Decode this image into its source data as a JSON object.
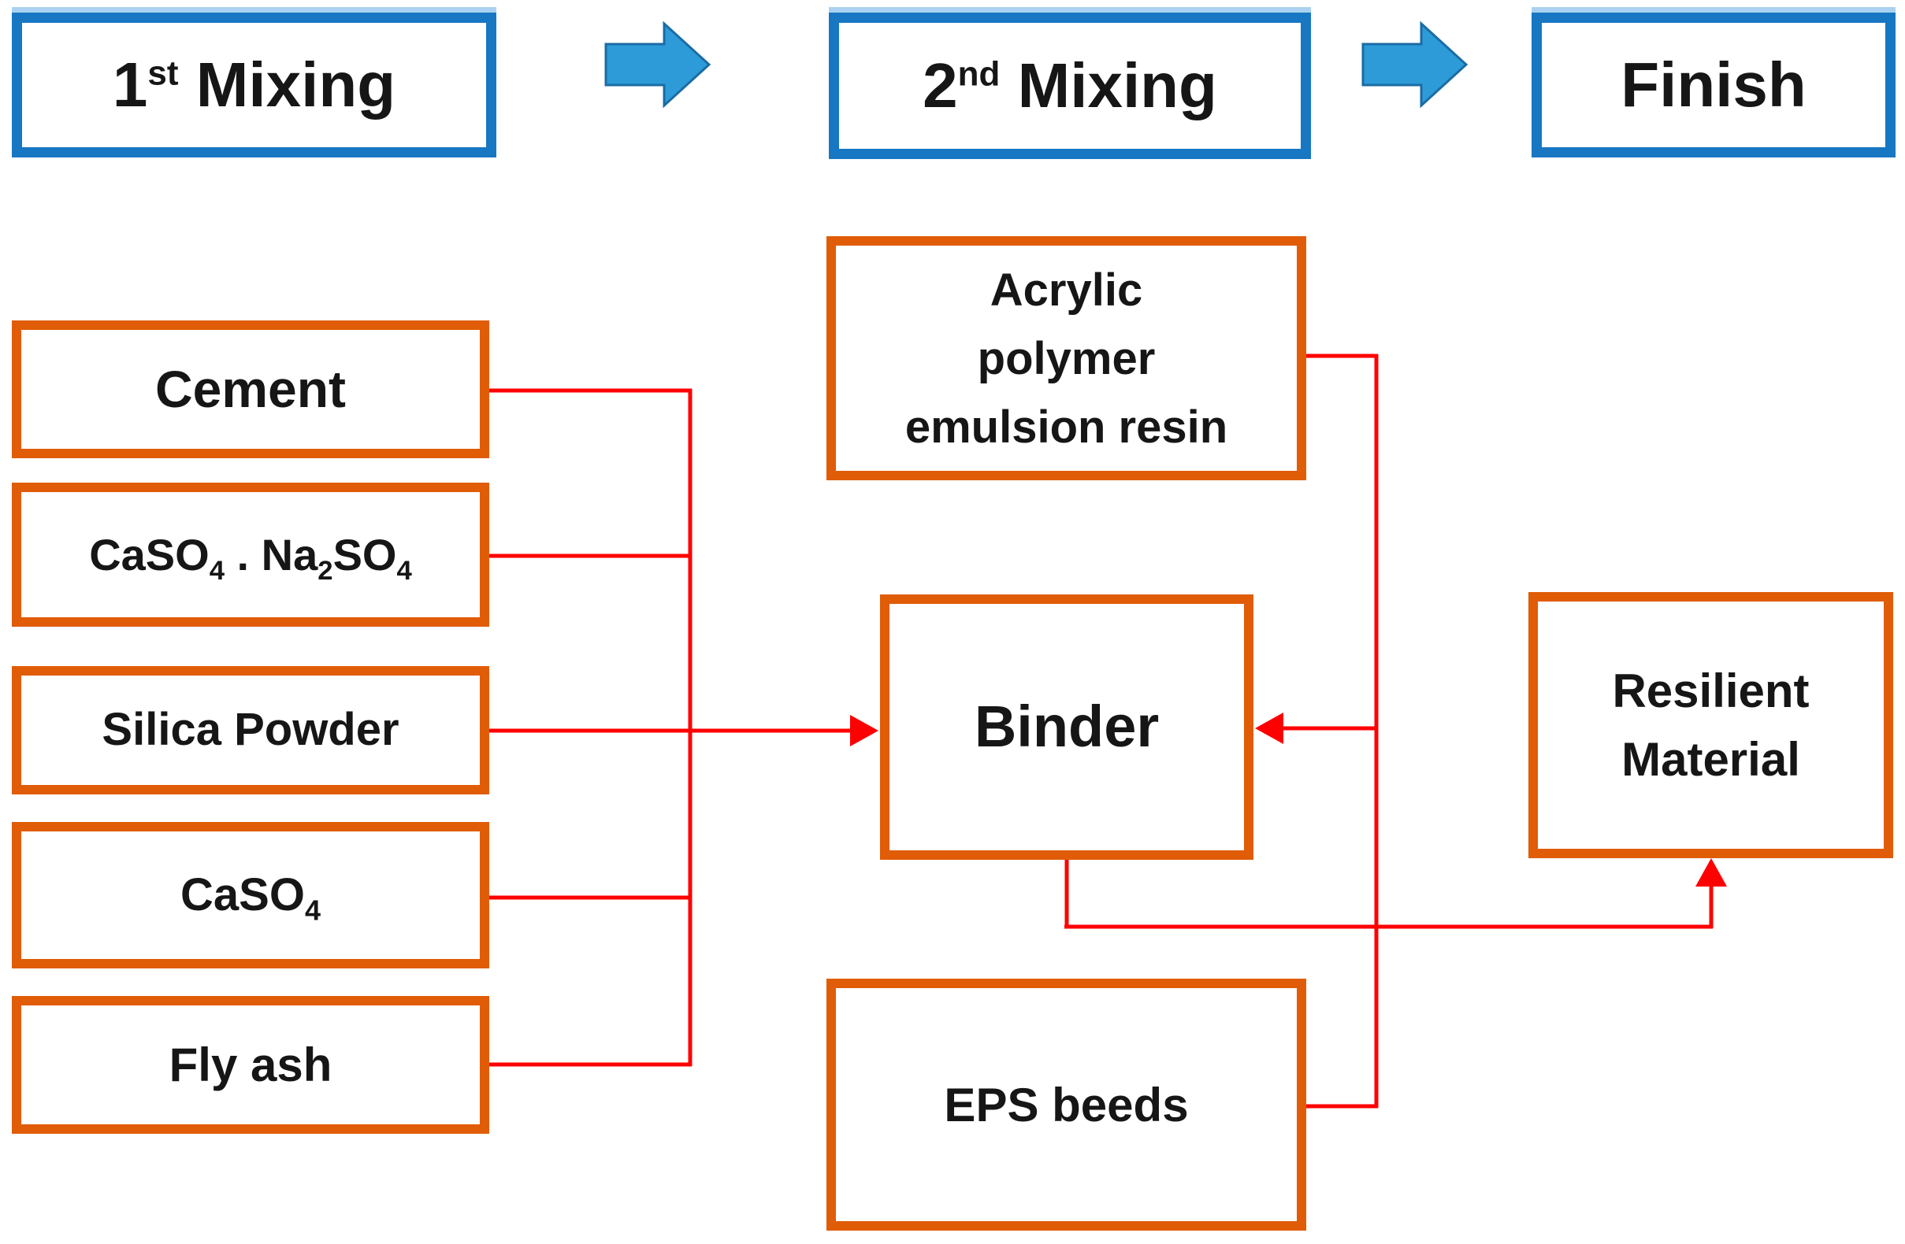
{
  "colors": {
    "blue-border": "#1777C3",
    "blue-highlight": "#A9D2F0",
    "blue-arrow-fill": "#2D9BD8",
    "blue-arrow-stroke": "#1A6CA4",
    "orange-border": "#E05C06",
    "line-red": "#FF0000",
    "text": "#161616"
  },
  "top_row": {
    "steps": [
      {
        "id": "first-mixing",
        "label_rich": [
          {
            "t": "1"
          },
          {
            "sup": "st"
          },
          {
            "t": " Mixing"
          }
        ]
      },
      {
        "id": "second-mixing",
        "label_rich": [
          {
            "t": "2"
          },
          {
            "sup": "nd"
          },
          {
            "t": " Mixing"
          }
        ]
      },
      {
        "id": "finish",
        "label_rich": [
          {
            "t": "Finish"
          }
        ]
      }
    ]
  },
  "first_mixing_inputs": [
    {
      "id": "cement",
      "label_rich": [
        {
          "t": "Cement"
        }
      ]
    },
    {
      "id": "caso4-na2so4",
      "label_rich": [
        {
          "t": "CaSO"
        },
        {
          "sub": "4"
        },
        {
          "t": " . Na"
        },
        {
          "sub": "2"
        },
        {
          "t": "SO"
        },
        {
          "sub": "4"
        }
      ]
    },
    {
      "id": "silica-powder",
      "label_rich": [
        {
          "t": "Silica Powder"
        }
      ]
    },
    {
      "id": "caso4",
      "label_rich": [
        {
          "t": "CaSO"
        },
        {
          "sub": "4"
        }
      ]
    },
    {
      "id": "fly-ash",
      "label_rich": [
        {
          "t": "Fly ash"
        }
      ]
    }
  ],
  "second_mixing": {
    "acrylic_resin": {
      "label": "Acrylic\npolymer\nemulsion resin"
    },
    "binder": {
      "label": "Binder"
    },
    "eps_beeds": {
      "label": "EPS beeds"
    }
  },
  "finish_output": {
    "resilient_material": {
      "label": "Resilient\nMaterial"
    }
  },
  "connections": [
    {
      "from": "cement",
      "to": "binder"
    },
    {
      "from": "caso4-na2so4",
      "to": "binder"
    },
    {
      "from": "silica-powder",
      "to": "binder"
    },
    {
      "from": "caso4",
      "to": "binder"
    },
    {
      "from": "fly-ash",
      "to": "binder"
    },
    {
      "from": "acrylic-resin",
      "to": "binder"
    },
    {
      "from": "eps-beeds",
      "to": "binder"
    },
    {
      "from": "binder",
      "to": "resilient-material"
    }
  ]
}
